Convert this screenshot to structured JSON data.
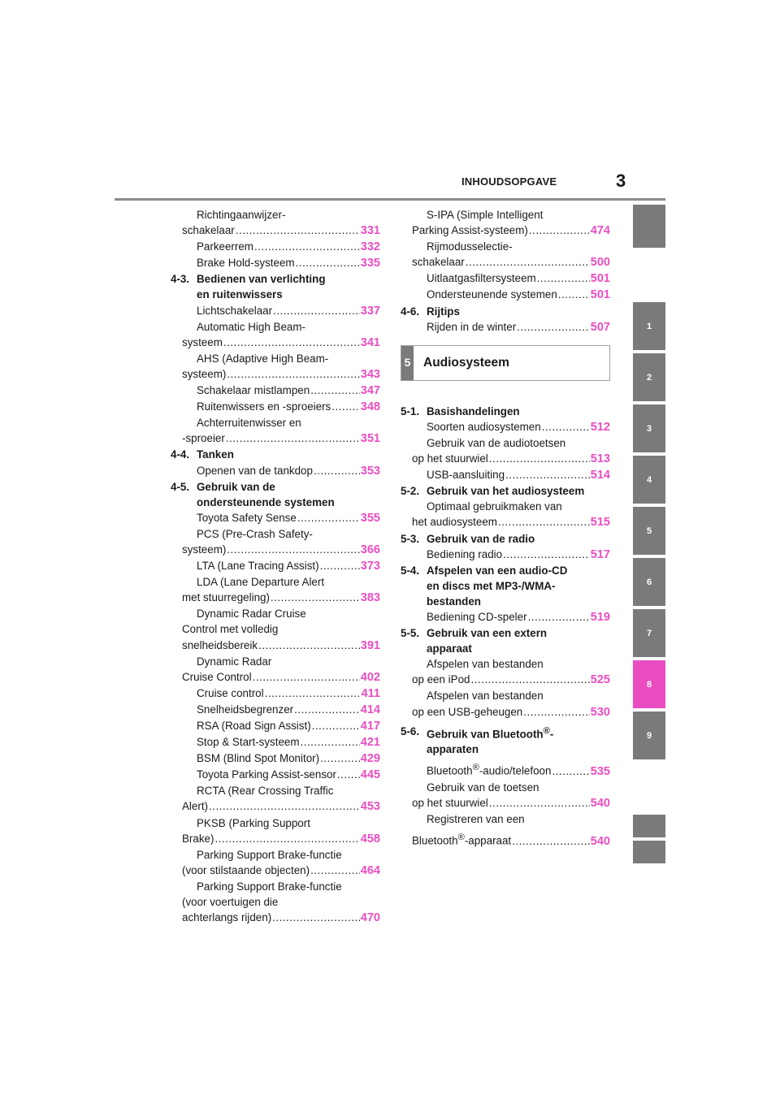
{
  "header": {
    "title": "INHOUDSOPGAVE",
    "page_number": "3"
  },
  "colors": {
    "accent": "#e94dc1",
    "tab_gray": "#7a7a7a"
  },
  "left": {
    "e1": {
      "a": "Richtingaanwijzer-",
      "b": "schakelaar",
      "p": "331"
    },
    "e2": {
      "a": "Parkeerrem",
      "p": "332"
    },
    "e3": {
      "a": "Brake Hold-systeem",
      "p": "335"
    },
    "s43": {
      "n": "4-3.",
      "a": "Bedienen van verlichting",
      "b": "en ruitenwissers"
    },
    "e4": {
      "a": "Lichtschakelaar",
      "p": "337"
    },
    "e5": {
      "a": "Automatic High Beam-",
      "b": "systeem",
      "p": "341"
    },
    "e6": {
      "a": "AHS (Adaptive High Beam-",
      "b": "systeem)",
      "p": "343"
    },
    "e7": {
      "a": "Schakelaar mistlampen",
      "p": "347"
    },
    "e8": {
      "a": "Ruitenwissers en -sproeiers",
      "p": "348"
    },
    "e9": {
      "a": "Achterruitenwisser en",
      "b": "-sproeier",
      "p": "351"
    },
    "s44": {
      "n": "4-4.",
      "a": "Tanken"
    },
    "e10": {
      "a": "Openen van de tankdop",
      "p": "353"
    },
    "s45": {
      "n": "4-5.",
      "a": "Gebruik van de",
      "b": "ondersteunende systemen"
    },
    "e11": {
      "a": "Toyota Safety Sense",
      "p": "355"
    },
    "e12": {
      "a": "PCS (Pre-Crash Safety-",
      "b": "systeem)",
      "p": "366"
    },
    "e13": {
      "a": "LTA (Lane Tracing Assist)",
      "p": "373"
    },
    "e14": {
      "a": "LDA (Lane Departure Alert",
      "b": "met stuurregeling)",
      "p": "383"
    },
    "e15": {
      "a": "Dynamic Radar Cruise",
      "b": "Control met volledig",
      "c": "snelheidsbereik",
      "p": "391"
    },
    "e16": {
      "a": "Dynamic Radar",
      "b": "Cruise Control",
      "p": "402"
    },
    "e17": {
      "a": "Cruise control",
      "p": "411"
    },
    "e18": {
      "a": "Snelheidsbegrenzer",
      "p": "414"
    },
    "e19": {
      "a": "RSA (Road Sign Assist)",
      "p": "417"
    },
    "e20": {
      "a": "Stop & Start-systeem",
      "p": "421"
    },
    "e21": {
      "a": "BSM (Blind Spot Monitor)",
      "p": "429"
    },
    "e22": {
      "a": "Toyota Parking Assist-sensor",
      "p": "445"
    },
    "e23": {
      "a": "RCTA (Rear Crossing Traffic",
      "b": "Alert)",
      "p": "453"
    },
    "e24": {
      "a": "PKSB (Parking Support",
      "b": "Brake)",
      "p": "458"
    },
    "e25": {
      "a": "Parking Support Brake-functie",
      "b": "(voor stilstaande objecten)",
      "p": "464"
    },
    "e26": {
      "a": "Parking Support Brake-functie",
      "b": "(voor voertuigen die",
      "c": "achterlangs rijden)",
      "p": "470"
    }
  },
  "right": {
    "e1": {
      "a": "S-IPA (Simple Intelligent",
      "b": "Parking Assist-systeem)",
      "p": "474"
    },
    "e2": {
      "a": "Rijmodusselectie-",
      "b": "schakelaar",
      "p": "500"
    },
    "e3": {
      "a": "Uitlaatgasfiltersysteem",
      "p": "501"
    },
    "e4": {
      "a": "Ondersteunende systemen",
      "p": "501"
    },
    "s46": {
      "n": "4-6.",
      "a": "Rijtips"
    },
    "e5": {
      "a": "Rijden in de winter",
      "p": "507"
    },
    "chapter": {
      "num": "5",
      "label": "Audiosysteem"
    },
    "s51": {
      "n": "5-1.",
      "a": "Basishandelingen"
    },
    "e6": {
      "a": "Soorten audiosystemen",
      "p": "512"
    },
    "e7": {
      "a": "Gebruik van de audiotoetsen",
      "b": "op het stuurwiel",
      "p": "513"
    },
    "e8": {
      "a": "USB-aansluiting",
      "p": "514"
    },
    "s52": {
      "n": "5-2.",
      "a": "Gebruik van het audiosysteem"
    },
    "e9": {
      "a": "Optimaal gebruikmaken van",
      "b": "het audiosysteem",
      "p": "515"
    },
    "s53": {
      "n": "5-3.",
      "a": "Gebruik van de radio"
    },
    "e10": {
      "a": "Bediening radio",
      "p": "517"
    },
    "s54": {
      "n": "5-4.",
      "a": "Afspelen van een audio-CD",
      "b": "en discs met MP3-/WMA-",
      "c": "bestanden"
    },
    "e11": {
      "a": "Bediening CD-speler",
      "p": "519"
    },
    "s55": {
      "n": "5-5.",
      "a": "Gebruik van een extern",
      "b": "apparaat"
    },
    "e12": {
      "a": "Afspelen van bestanden",
      "b": "op een iPod",
      "p": "525"
    },
    "e13": {
      "a": "Afspelen van bestanden",
      "b": "op een USB-geheugen",
      "p": "530"
    },
    "s56": {
      "n": "5-6.",
      "a": "Gebruik van Bluetooth",
      "sup": "®",
      "a2": "-",
      "b": "apparaten"
    },
    "e14": {
      "a": "Bluetooth",
      "sup": "®",
      "a2": "-audio/telefoon",
      "p": "535"
    },
    "e15": {
      "a": "Gebruik van de toetsen",
      "b": "op het stuurwiel",
      "p": "540"
    },
    "e16": {
      "a": "Registreren van een",
      "b1": "Bluetooth",
      "sup": "®",
      "b2": "-apparaat",
      "p": "540"
    }
  },
  "tabs": [
    "1",
    "2",
    "3",
    "4",
    "5",
    "6",
    "7",
    "8",
    "9"
  ]
}
